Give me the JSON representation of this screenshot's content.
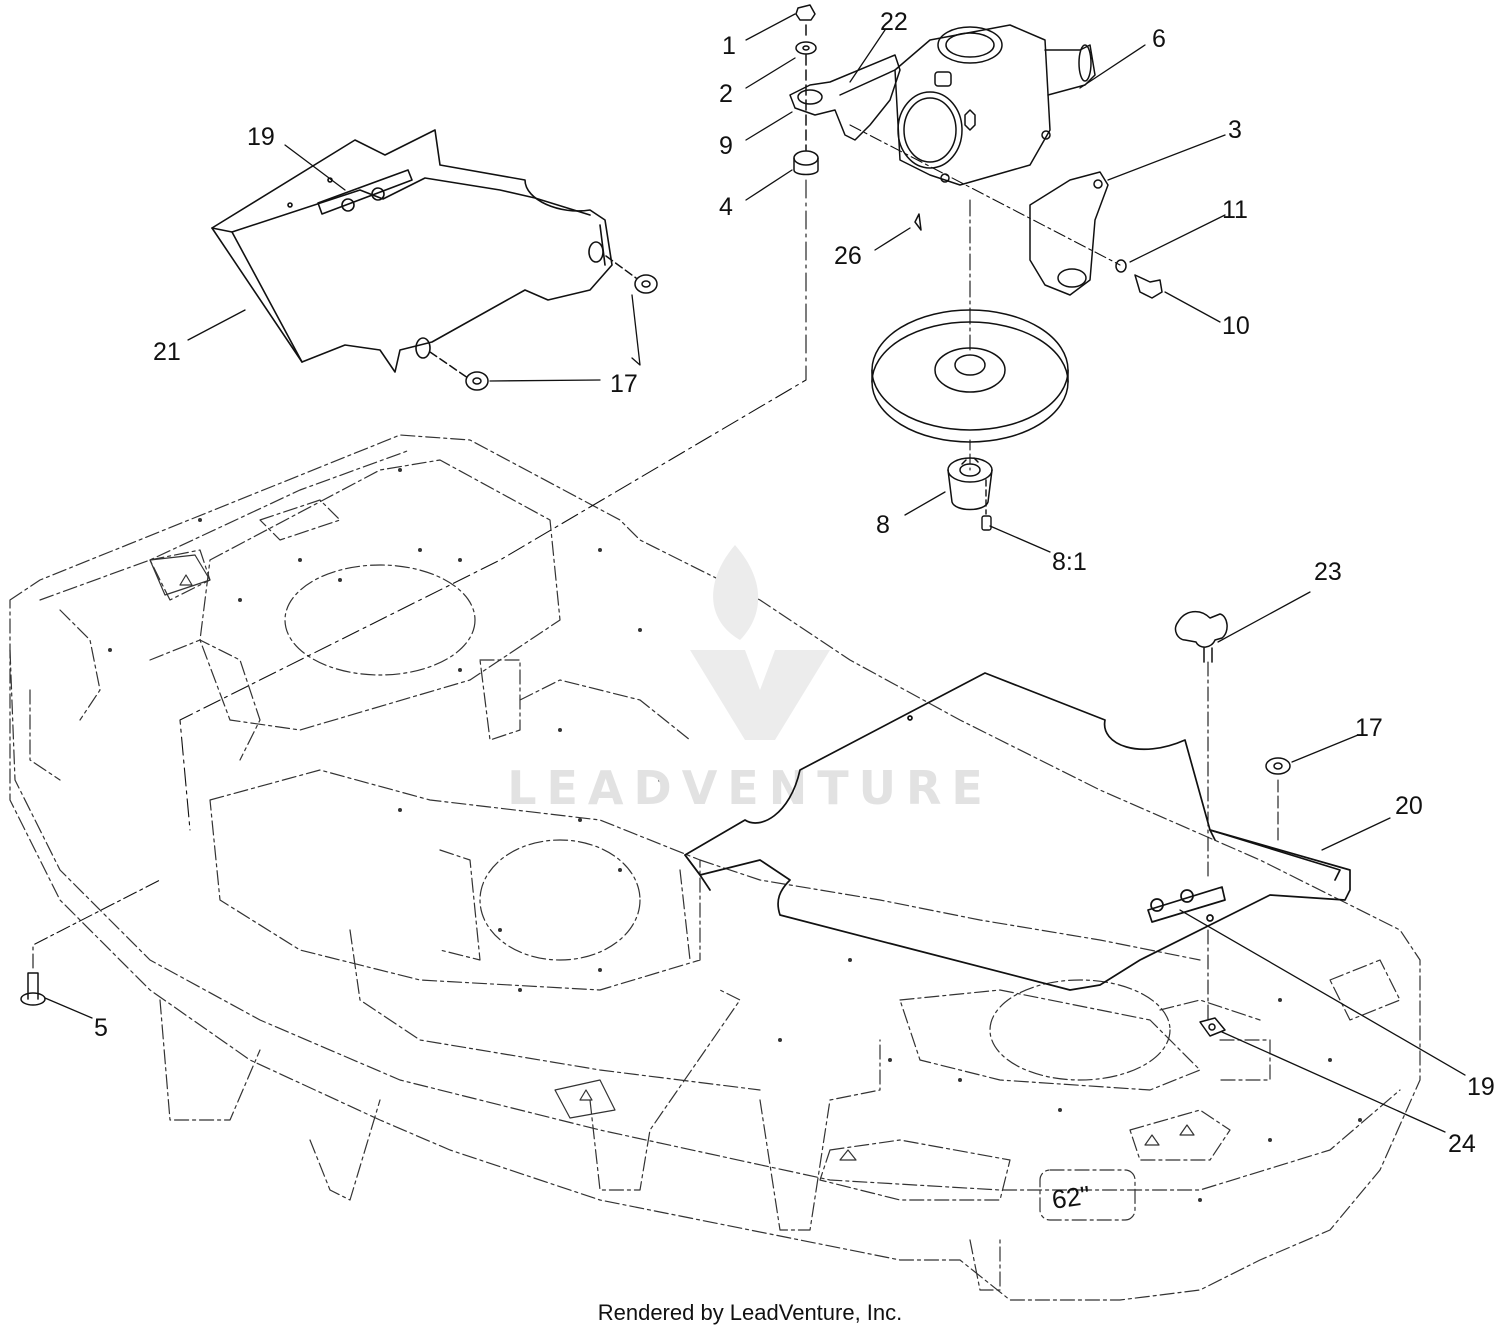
{
  "callouts": [
    {
      "id": "1",
      "label": "1"
    },
    {
      "id": "2",
      "label": "2"
    },
    {
      "id": "22",
      "label": "22"
    },
    {
      "id": "6",
      "label": "6"
    },
    {
      "id": "9",
      "label": "9"
    },
    {
      "id": "4",
      "label": "4"
    },
    {
      "id": "3",
      "label": "3"
    },
    {
      "id": "11",
      "label": "11"
    },
    {
      "id": "26",
      "label": "26"
    },
    {
      "id": "10",
      "label": "10"
    },
    {
      "id": "19a",
      "label": "19"
    },
    {
      "id": "21",
      "label": "21"
    },
    {
      "id": "17a",
      "label": "17"
    },
    {
      "id": "8",
      "label": "8"
    },
    {
      "id": "8-1",
      "label": "8:1"
    },
    {
      "id": "23",
      "label": "23"
    },
    {
      "id": "17b",
      "label": "17"
    },
    {
      "id": "20",
      "label": "20"
    },
    {
      "id": "5",
      "label": "5"
    },
    {
      "id": "19b",
      "label": "19"
    },
    {
      "id": "24",
      "label": "24"
    }
  ],
  "deck_size_label": "62\"",
  "watermark": "LEADVENTURE",
  "footer_credit": "Rendered by LeadVenture, Inc."
}
